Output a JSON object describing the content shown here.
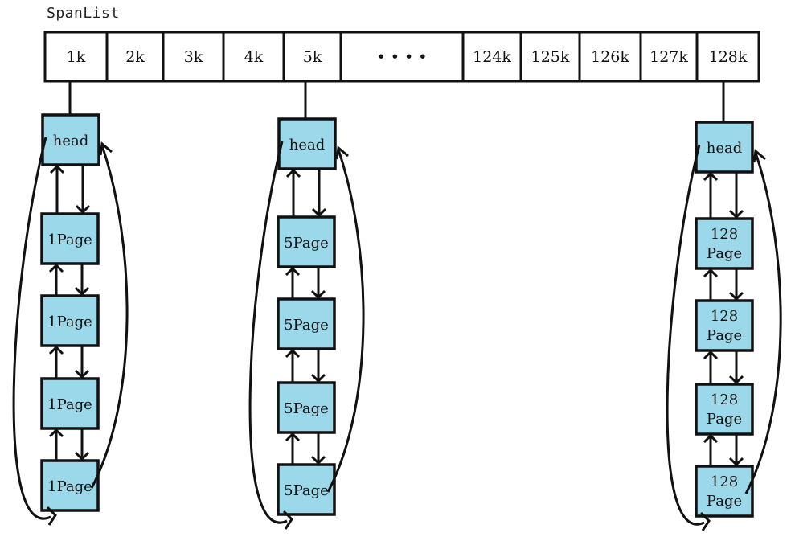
{
  "title": "SpanList",
  "buckets": [
    "1k",
    "2k",
    "3k",
    "4k",
    "5k",
    "• • • •",
    "124k",
    "125k",
    "126k",
    "127k",
    "128k"
  ],
  "columns": [
    {
      "bucket_index": 0,
      "head": "head",
      "nodes": [
        [
          "1Page"
        ],
        [
          "1Page"
        ],
        [
          "1Page"
        ],
        [
          "1Page"
        ]
      ]
    },
    {
      "bucket_index": 4,
      "head": "head",
      "nodes": [
        [
          "5Page"
        ],
        [
          "5Page"
        ],
        [
          "5Page"
        ],
        [
          "5Page"
        ]
      ]
    },
    {
      "bucket_index": 10,
      "head": "head",
      "nodes": [
        [
          "128",
          "Page"
        ],
        [
          "128",
          "Page"
        ],
        [
          "128",
          "Page"
        ],
        [
          "128",
          "Page"
        ]
      ]
    }
  ],
  "colors": {
    "node_fill": "#9bd8ea",
    "stroke": "#111111",
    "background": "#ffffff"
  }
}
